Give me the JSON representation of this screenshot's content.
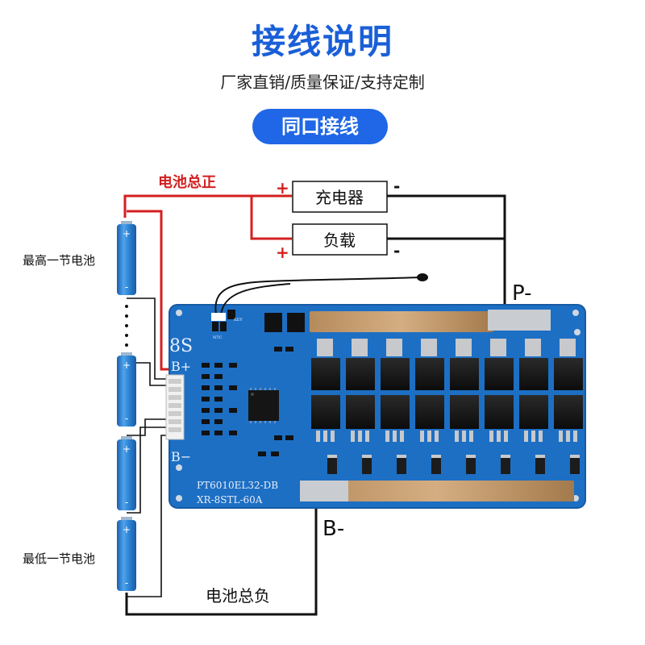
{
  "header": {
    "title": "接线说明",
    "subtitle": "厂家直销/质量保证/支持定制",
    "badge": "同口接线"
  },
  "labels": {
    "battery_positive": "电池总正",
    "battery_negative": "电池总负",
    "charger": "充电器",
    "load": "负载",
    "p_minus": "P-",
    "b_minus": "B-",
    "highest_cell": "最高一节电池",
    "lowest_cell": "最低一节电池",
    "plus_sign": "+",
    "minus_sign": "-"
  },
  "board": {
    "series": "8S",
    "b_plus": "B+",
    "b_minus": "B−",
    "model_1": "PT6010EL32-DB",
    "model_2": "XR-8STL-60A",
    "ntc": "NTC",
    "key": "KEY"
  },
  "colors": {
    "brand_blue": "#1a5fd8",
    "pcb_blue": "#1d6fc4",
    "positive_wire": "#d41f1f",
    "negative_wire": "#111111",
    "cell_blue": "#2f86d8"
  }
}
